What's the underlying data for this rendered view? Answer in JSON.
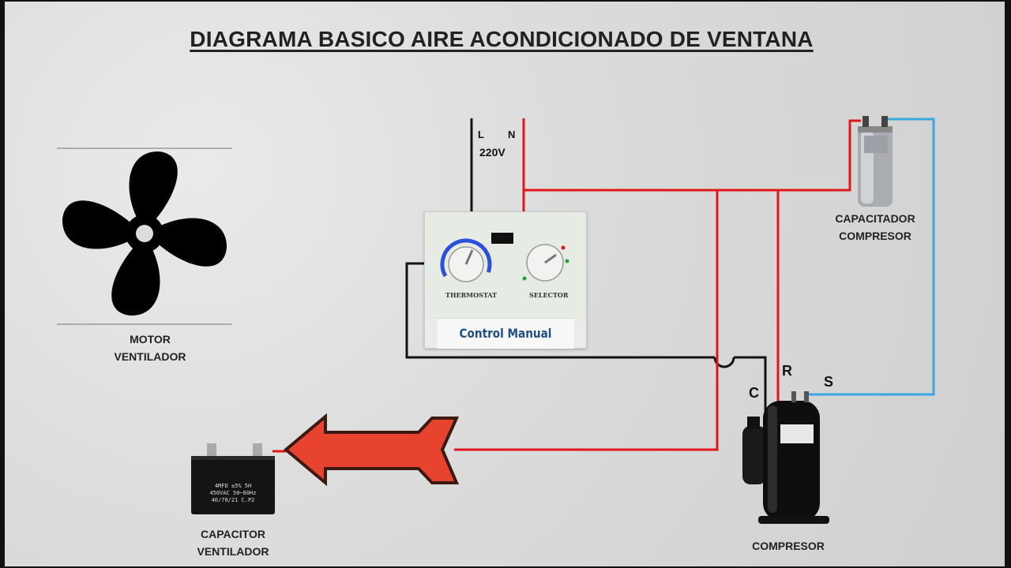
{
  "title": "DIAGRAMA BASICO AIRE ACONDICIONADO DE VENTANA",
  "supply": {
    "line_label": "L",
    "neutral_label": "N",
    "voltage": "220V"
  },
  "fan_motor": {
    "line1": "MOTOR",
    "line2": "VENTILADOR",
    "icon": "fan-icon"
  },
  "control": {
    "thermostat_label": "THERMOSTAT",
    "selector_label": "SELECTOR",
    "panel_label": "Control Manual"
  },
  "compressor_capacitor": {
    "line1": "CAPACITADOR",
    "line2": "COMPRESOR"
  },
  "fan_capacitor": {
    "line1": "CAPACITOR",
    "line2": "VENTILADOR",
    "marking": [
      "4MFD ±5% 5H",
      "450VAC 50~60Hz",
      "40/70/21 C.P2"
    ]
  },
  "compressor": {
    "label": "COMPRESOR",
    "terminal_c": "C",
    "terminal_r": "R",
    "terminal_s": "S"
  },
  "colors": {
    "live_wire": "#e0161b",
    "neutral_wire": "#111111",
    "start_wire": "#3aa7e0",
    "arrow_fill": "#e8432f",
    "arrow_outline": "#3b1a12"
  }
}
